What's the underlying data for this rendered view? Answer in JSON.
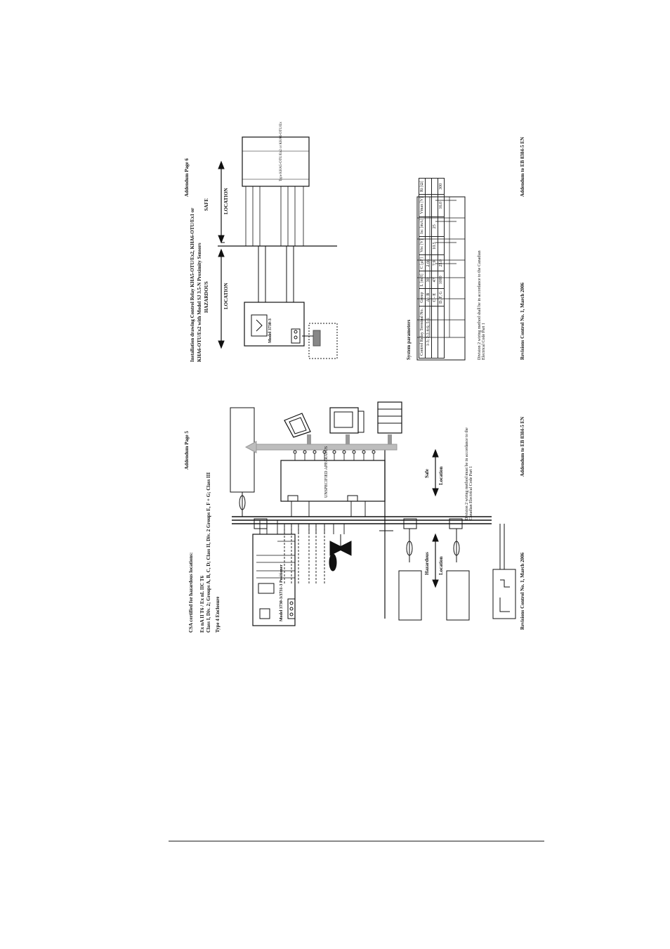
{
  "page5": {
    "header": "Addendum Page 5",
    "title_lines": [
      "CSA certified for hazardous locations:",
      "Ex nA II T6 / Ex nL IIC T6",
      "Class I, Div. 2; Groups A, B, C, D; Class II, Div. 2 Groups E, F + G; Class III",
      "Type 4 Enclosure"
    ],
    "device": "Model 3730-3/3731-3 Positioner",
    "apparatus": "UNSPECIFIED APPARATUS",
    "safe_label": "Safe",
    "location_label": "Location",
    "hazardous_label": "Hazardous",
    "footer_left": "Revisions Control No. 1, March 2006",
    "footer_right": "Addendum to EB 8384-5 EN",
    "note": "Division 2 wiring method must be in accordance to the Canadian Electrical Code Part 1"
  },
  "page6": {
    "header": "Addendum Page 6",
    "title_lines": [
      "Installation drawing Control Relay KHA5-OTU/Ex2, KHA6-OTU/Ex1 or",
      "KHA6-OTU/Ex2 with Model SJ 3.5-N Proximity Sensors"
    ],
    "hazardous_label": "HAZARDOUS",
    "hazardous_location": "LOCATION",
    "safe_label": "SAFE",
    "safe_location": "LOCATION",
    "device": "Model 3730-3",
    "relay_label": "Type KHA5-OTU/Ex2 or KHA6-OTU/Ex",
    "system_params_title": "System parameters",
    "table_header": [
      "Control Relay Terminal No.",
      "Group",
      "L [mH]",
      "C [µF]",
      "Voc [V]",
      "Isc [mA]",
      "Vmax [V]",
      "Ri [Ω]"
    ],
    "table_rows": [
      [
        "1-3; 2-3 4-6; 5-6",
        "A - B",
        "30",
        "2.66",
        "",
        "",
        "",
        ""
      ],
      [
        "",
        "C - E",
        "47",
        "7.9",
        "10.5",
        "25",
        "",
        ""
      ],
      [
        "",
        "D, F, G",
        "1000",
        "25.0",
        "",
        "",
        "16.0",
        "300"
      ]
    ],
    "note": "Division 2 wiring method shall be in accordance to the Canadian Electrical Code Part 1",
    "footer_left": "Revisions Control No. 1, March 2006",
    "footer_right": "Addendum to EB 8384-5 EN"
  }
}
